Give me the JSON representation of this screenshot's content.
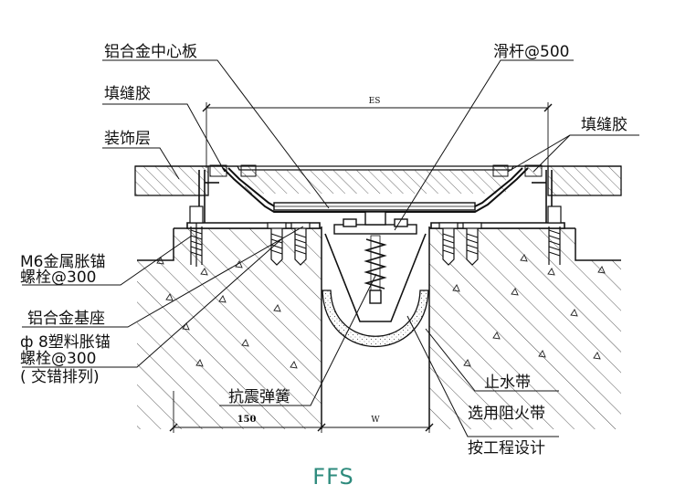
{
  "labels": {
    "center_plate": "铝合金中心板",
    "slide_bar": "滑杆@500",
    "filler_left": "填缝胶",
    "filler_right": "填缝胶",
    "finish_layer": "装饰层",
    "anchor_bolt_1": "M6金属胀锚",
    "anchor_bolt_2": "螺栓@300",
    "base": "铝合金基座",
    "plastic_anchor_1": "ф 8塑料胀锚",
    "plastic_anchor_2": "螺栓@300",
    "plastic_anchor_3": "( 交错排列)",
    "spring": "抗震弹簧",
    "waterstop": "止水带",
    "fire_barrier_1": "选用阻火带",
    "fire_barrier_2": "按工程设计"
  },
  "dimensions": {
    "es": "ES",
    "w": "W",
    "d150": "150"
  },
  "caption": "FFS"
}
